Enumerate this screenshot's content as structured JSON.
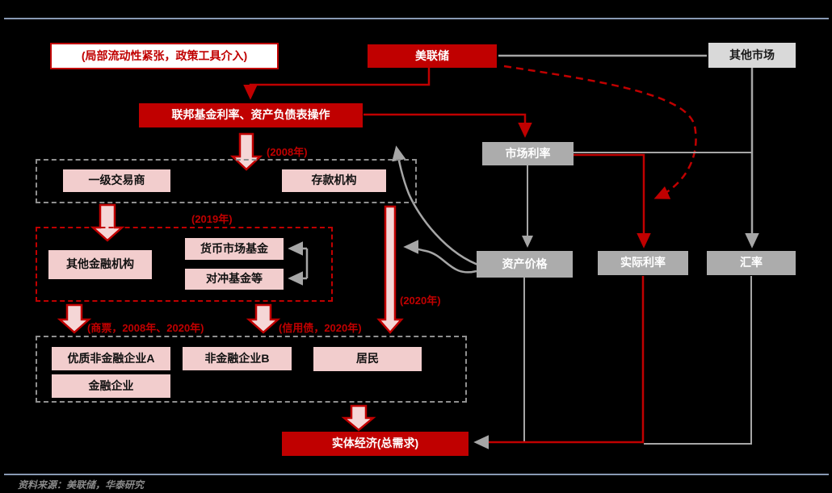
{
  "note": "(局部流动性紧张，政策工具介入)",
  "nodes": {
    "fed": "美联储",
    "other_markets": "其他市场",
    "policy_tools": "联邦基金利率、资产负债表操作",
    "market_rate": "市场利率",
    "asset_price": "资产价格",
    "real_rate": "实际利率",
    "fx_rate": "汇率",
    "primary_dealers": "一级交易商",
    "depository_institutions": "存款机构",
    "other_financial": "其他金融机构",
    "money_market_funds": "货币市场基金",
    "hedge_funds": "对冲基金等",
    "firm_a": "优质非金融企业A",
    "firm_b": "非金融企业B",
    "residents": "居民",
    "financial_firms": "金融企业",
    "real_economy": "实体经济(总需求)"
  },
  "labels": {
    "y2008": "(2008年)",
    "y2019": "(2019年)",
    "y2020": "(2020年)",
    "commercial_paper": "(商票，2008年、2020年)",
    "credit_bond": "(信用债，2020年)"
  },
  "footer": {
    "source_note": "资料来源：美联储，华泰研究"
  },
  "colors": {
    "accent_red": "#C00000",
    "pink_fill": "#F2CDCD",
    "gray_box": "#ACACAC",
    "light_gray_box": "#D9D9D9",
    "gray_line": "#A6A6A6",
    "rule_blue": "#8899B3",
    "background": "#000000"
  }
}
